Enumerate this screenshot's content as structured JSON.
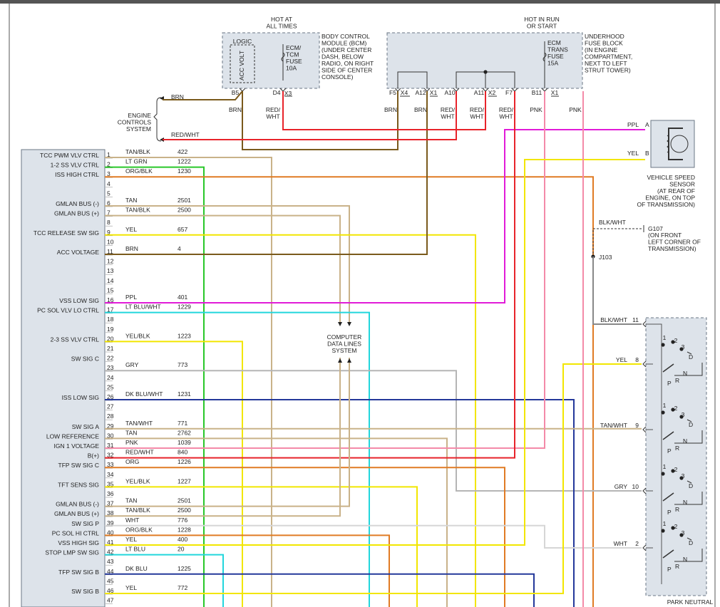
{
  "top_note_1": [
    "HOT AT",
    "ALL TIMES"
  ],
  "top_note_2": [
    "HOT IN RUN",
    "OR START"
  ],
  "bcm": {
    "logic": "LOGIC",
    "acc_volt": "ACC VOLT",
    "fuse": [
      "ECM/",
      "TCM",
      "FUSE",
      "10A"
    ],
    "desc": [
      "BODY CONTROL",
      "MODULE (BCM)",
      "(UNDER CENTER",
      "DASH, BELOW",
      "RADIO, ON RIGHT",
      "SIDE OF CENTER",
      "CONSOLE)"
    ],
    "pins": [
      "B5",
      "D4",
      "X3"
    ]
  },
  "fuse_block": {
    "fuse": [
      "ECM",
      "TRANS",
      "FUSE",
      "15A"
    ],
    "desc": [
      "UNDERHOOD",
      "FUSE BLOCK",
      "(IN ENGINE",
      "COMPARTMENT,",
      "NEXT TO LEFT",
      "STRUT TOWER)"
    ],
    "pins": [
      "F5",
      "X4",
      "A12",
      "X1",
      "A10",
      "A11",
      "X2",
      "F7",
      "B11",
      "X1"
    ]
  },
  "engine_controls": [
    "ENGINE",
    "CONTROLS",
    "SYSTEM"
  ],
  "top_wire_colors": {
    "brn": "BRN",
    "red_wht": "RED/WHT",
    "under": [
      "BRN",
      "RED/",
      "WHT",
      "BRN",
      "BRN",
      "RED/",
      "WHT",
      "RED/",
      "WHT",
      "RED/",
      "WHT",
      "PNK",
      "PNK"
    ]
  },
  "tcm_labels": [
    {
      "pin": "1",
      "text": "TCC PWM VLV CTRL",
      "color": "TAN/BLK",
      "circuit": "422"
    },
    {
      "pin": "2",
      "text": "1-2 SS VLV CTRL",
      "color": "LT GRN",
      "circuit": "1222"
    },
    {
      "pin": "3",
      "text": "ISS HIGH CTRL",
      "color": "ORG/BLK",
      "circuit": "1230"
    },
    {
      "pin": "4",
      "text": "",
      "color": "",
      "circuit": ""
    },
    {
      "pin": "5",
      "text": "",
      "color": "",
      "circuit": ""
    },
    {
      "pin": "6",
      "text": "GMLAN BUS (-)",
      "color": "TAN",
      "circuit": "2501"
    },
    {
      "pin": "7",
      "text": "GMLAN BUS (+)",
      "color": "TAN/BLK",
      "circuit": "2500"
    },
    {
      "pin": "8",
      "text": "",
      "color": "",
      "circuit": ""
    },
    {
      "pin": "9",
      "text": "TCC RELEASE SW SIG",
      "color": "YEL",
      "circuit": "657"
    },
    {
      "pin": "10",
      "text": "",
      "color": "",
      "circuit": ""
    },
    {
      "pin": "11",
      "text": "ACC VOLTAGE",
      "color": "BRN",
      "circuit": "4"
    },
    {
      "pin": "12",
      "text": "",
      "color": "",
      "circuit": ""
    },
    {
      "pin": "13",
      "text": "",
      "color": "",
      "circuit": ""
    },
    {
      "pin": "14",
      "text": "",
      "color": "",
      "circuit": ""
    },
    {
      "pin": "15",
      "text": "",
      "color": "",
      "circuit": ""
    },
    {
      "pin": "16",
      "text": "VSS LOW SIG",
      "color": "PPL",
      "circuit": "401"
    },
    {
      "pin": "17",
      "text": "PC SOL VLV LO CTRL",
      "color": "LT BLU/WHT",
      "circuit": "1229"
    },
    {
      "pin": "18",
      "text": "",
      "color": "",
      "circuit": ""
    },
    {
      "pin": "19",
      "text": "",
      "color": "",
      "circuit": ""
    },
    {
      "pin": "20",
      "text": "2-3 SS VLV CTRL",
      "color": "YEL/BLK",
      "circuit": "1223"
    },
    {
      "pin": "21",
      "text": "",
      "color": "",
      "circuit": ""
    },
    {
      "pin": "22",
      "text": "SW SIG C",
      "color": "",
      "circuit": ""
    },
    {
      "pin": "23",
      "text": "",
      "color": "GRY",
      "circuit": "773"
    },
    {
      "pin": "24",
      "text": "",
      "color": "",
      "circuit": ""
    },
    {
      "pin": "25",
      "text": "",
      "color": "",
      "circuit": ""
    },
    {
      "pin": "26",
      "text": "ISS LOW SIG",
      "color": "DK BLU/WHT",
      "circuit": "1231"
    },
    {
      "pin": "27",
      "text": "",
      "color": "",
      "circuit": ""
    },
    {
      "pin": "28",
      "text": "",
      "color": "",
      "circuit": ""
    },
    {
      "pin": "29",
      "text": "SW SIG A",
      "color": "TAN/WHT",
      "circuit": "771"
    },
    {
      "pin": "30",
      "text": "LOW REFERENCE",
      "color": "TAN",
      "circuit": "2762"
    },
    {
      "pin": "31",
      "text": "IGN 1 VOLTAGE",
      "color": "PNK",
      "circuit": "1039"
    },
    {
      "pin": "32",
      "text": "B(+)",
      "color": "RED/WHT",
      "circuit": "840"
    },
    {
      "pin": "33",
      "text": "TFP SW SIG C",
      "color": "ORG",
      "circuit": "1226"
    },
    {
      "pin": "34",
      "text": "",
      "color": "",
      "circuit": ""
    },
    {
      "pin": "35",
      "text": "TFT SENS SIG",
      "color": "YEL/BLK",
      "circuit": "1227"
    },
    {
      "pin": "36",
      "text": "",
      "color": "",
      "circuit": ""
    },
    {
      "pin": "37",
      "text": "GMLAN BUS (-)",
      "color": "TAN",
      "circuit": "2501"
    },
    {
      "pin": "38",
      "text": "GMLAN BUS (+)",
      "color": "TAN/BLK",
      "circuit": "2500"
    },
    {
      "pin": "39",
      "text": "SW SIG P",
      "color": "WHT",
      "circuit": "776"
    },
    {
      "pin": "40",
      "text": "PC SOL HI CTRL",
      "color": "ORG/BLK",
      "circuit": "1228"
    },
    {
      "pin": "41",
      "text": "VSS HIGH SIG",
      "color": "YEL",
      "circuit": "400"
    },
    {
      "pin": "42",
      "text": "STOP LMP SW SIG",
      "color": "LT BLU",
      "circuit": "20"
    },
    {
      "pin": "43",
      "text": "",
      "color": "",
      "circuit": ""
    },
    {
      "pin": "44",
      "text": "TFP SW SIG B",
      "color": "DK BLU",
      "circuit": "1225"
    },
    {
      "pin": "45",
      "text": "",
      "color": "",
      "circuit": ""
    },
    {
      "pin": "46",
      "text": "SW SIG B",
      "color": "YEL",
      "circuit": "772"
    },
    {
      "pin": "47",
      "text": "",
      "color": "",
      "circuit": ""
    }
  ],
  "data_lines": [
    "COMPUTER",
    "DATA LINES",
    "SYSTEM"
  ],
  "vss": {
    "ppl": "PPL",
    "pin_a": "A",
    "yel": "YEL",
    "pin_b": "B",
    "desc": [
      "VEHICLE SPEED",
      "SENSOR",
      "(AT REAR OF",
      "ENGINE, ON TOP",
      "OF TRANSMISSION)"
    ]
  },
  "ground": {
    "wire": "BLK/WHT",
    "g107": "G107",
    "desc": [
      "(ON FRONT",
      "LEFT CORNER OF",
      "TRANSMISSION)"
    ],
    "j103": "J103"
  },
  "park_neutral": {
    "title": "PARK NEUTRAL",
    "wires": [
      {
        "color": "BLK/WHT",
        "pin": "11"
      },
      {
        "color": "YEL",
        "pin": "8"
      },
      {
        "color": "TAN/WHT",
        "pin": "9"
      },
      {
        "color": "GRY",
        "pin": "10"
      },
      {
        "color": "WHT",
        "pin": "2"
      }
    ],
    "switch_labels": [
      "1",
      "2",
      "3",
      "D",
      "N",
      "R",
      "P"
    ]
  },
  "colors": {
    "brn": "#7a5a1c",
    "red": "#e8232a",
    "green": "#29c729",
    "tan": "#c9b289",
    "orange": "#e07b24",
    "yellow": "#f2e600",
    "ppl": "#e11bd8",
    "ltblu": "#22d6dc",
    "gry": "#b5b5b5",
    "dkblu": "#24389a",
    "pnk": "#f48aa8",
    "wht": "#d6d6d6",
    "tanwht": "#c8b07a"
  }
}
